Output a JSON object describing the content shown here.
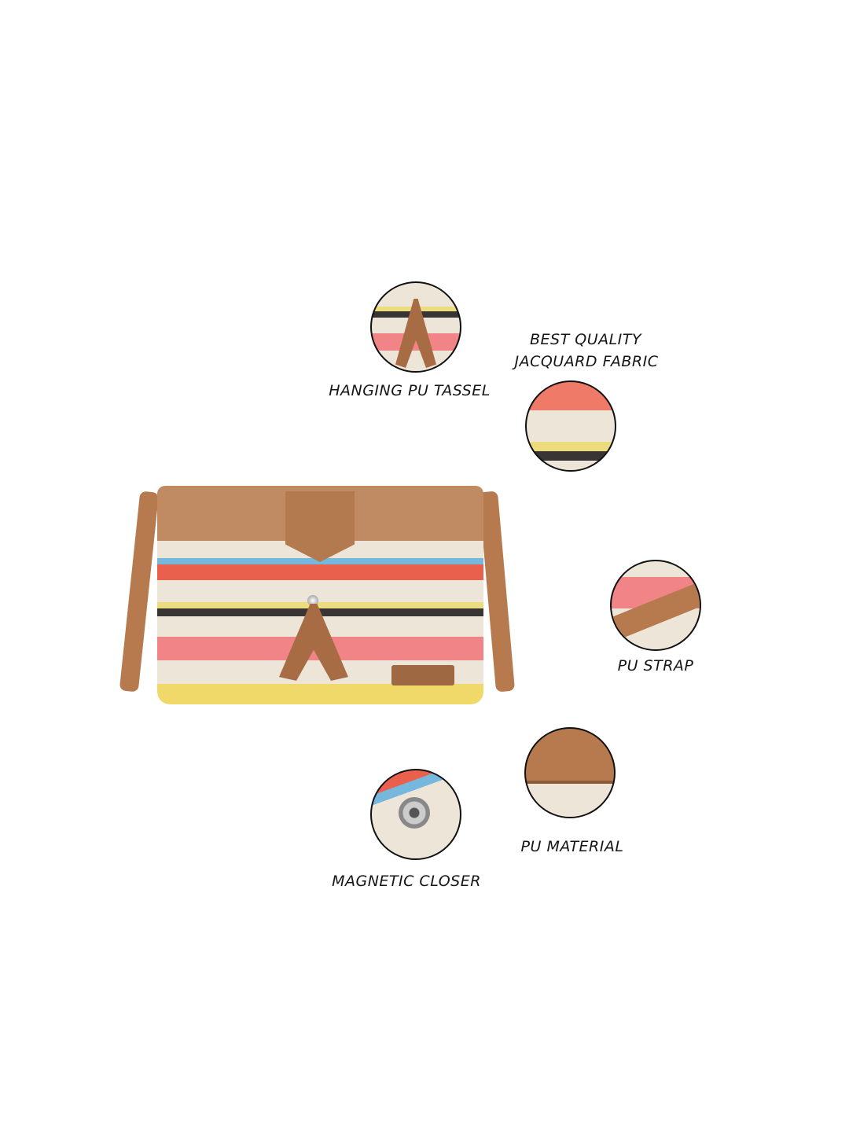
{
  "features": {
    "tassel": "HANGING PU TASSEL",
    "fabric_line1": "BEST QUALITY",
    "fabric_line2": "JACQUARD FABRIC",
    "strap": "PU STRAP",
    "material": "PU MATERIAL",
    "closure": "MAGNETIC CLOSER"
  },
  "colors": {
    "tan": "#b77a4f",
    "cream": "#ede6d8",
    "pink": "#f08486",
    "coral": "#e9604c",
    "blue": "#76b7de",
    "yellow": "#f0d968"
  }
}
